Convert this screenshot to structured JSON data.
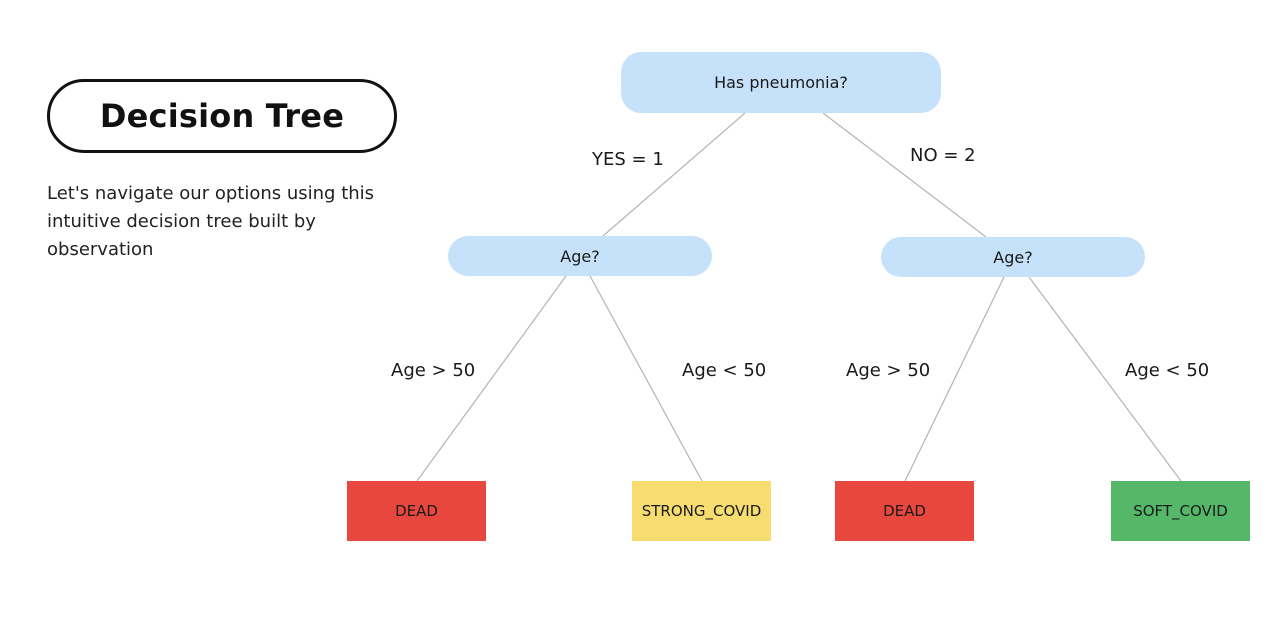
{
  "header": {
    "title": "Decision Tree",
    "intro": "Let's navigate our options using this intuitive decision tree built by observation"
  },
  "colors": {
    "question_fill": "#c6e2fa",
    "dead_fill": "#e8473e",
    "strong_fill": "#f7dd70",
    "soft_fill": "#55b869",
    "edge": "#b8b8b8"
  },
  "tree": {
    "root": {
      "label": "Has pneumonia?"
    },
    "yes_label": "YES = 1",
    "no_label": "NO = 2",
    "yes_branch": {
      "label": "Age?",
      "left_edge": "Age > 50",
      "right_edge": "Age < 50",
      "left_leaf": "DEAD",
      "right_leaf": "STRONG_COVID"
    },
    "no_branch": {
      "label": "Age?",
      "left_edge": "Age > 50",
      "right_edge": "Age < 50",
      "left_leaf": "DEAD",
      "right_leaf": "SOFT_COVID"
    }
  }
}
